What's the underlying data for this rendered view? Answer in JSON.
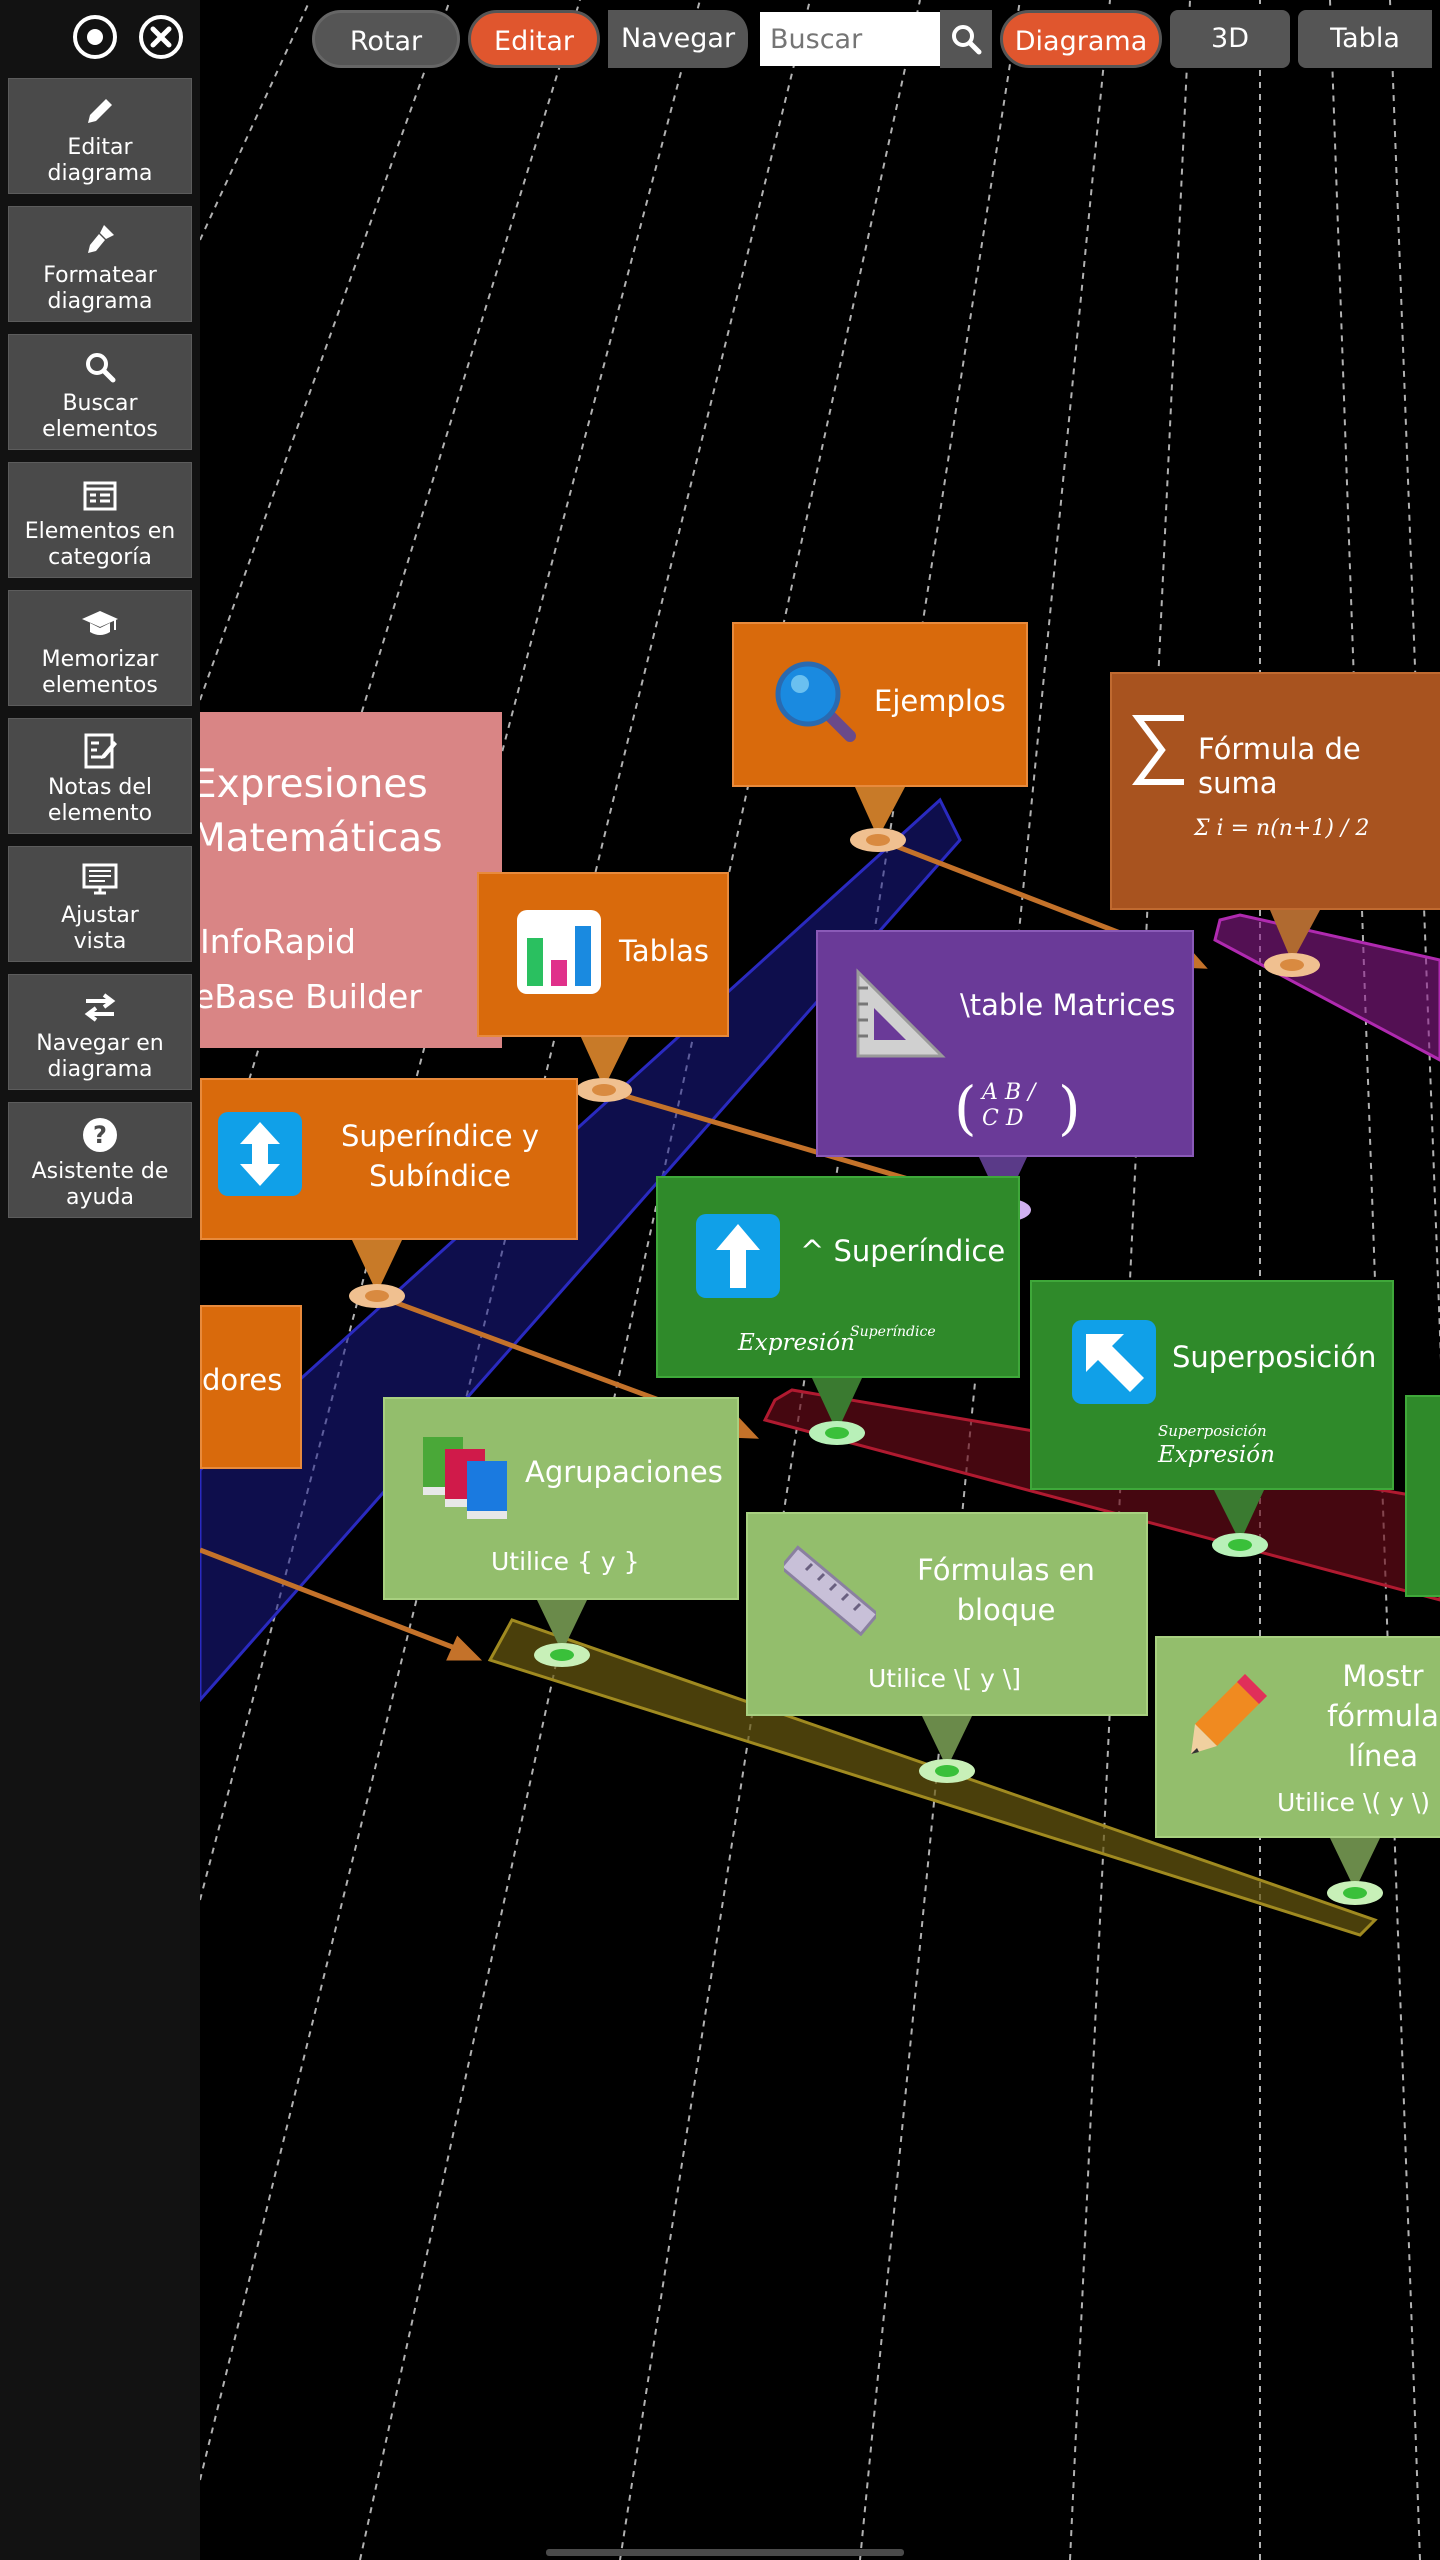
{
  "toolbar": {
    "rotate": "Rotar",
    "edit": "Editar",
    "navigate": "Navegar",
    "search_placeholder": "Buscar",
    "diagram": "Diagrama",
    "view_3d": "3D",
    "table": "Tabla"
  },
  "sidebar": {
    "items": [
      {
        "label": "Editar\ndiagrama",
        "icon": "pencil-icon"
      },
      {
        "label": "Formatear\ndiagrama",
        "icon": "brush-icon"
      },
      {
        "label": "Buscar\nelementos",
        "icon": "search-icon"
      },
      {
        "label": "Elementos en\ncategoría",
        "icon": "category-list-icon"
      },
      {
        "label": "Memorizar\nelementos",
        "icon": "graduation-cap-icon"
      },
      {
        "label": "Notas del\nelemento",
        "icon": "notes-icon"
      },
      {
        "label": "Ajustar\nvista",
        "icon": "monitor-icon"
      },
      {
        "label": "Navegar en\ndiagrama",
        "icon": "swap-arrows-icon"
      },
      {
        "label": "Asistente de\nayuda",
        "icon": "help-icon"
      }
    ]
  },
  "nodes": {
    "root_line1": "Expresiones",
    "root_line2": "Matemáticas",
    "root_line3": "InfoRapid",
    "root_line4": "eBase Builder",
    "ejemplos": "Ejemplos",
    "formula_suma": "Fórmula de suma",
    "formula_suma_math": "Σ i = n(n+1) / 2",
    "tablas": "Tablas",
    "matrices": "\\table Matrices",
    "matrices_math": "A B / C D",
    "superindice_subindice": "Superíndice y\nSubíndice",
    "superindice": "^ Superíndice",
    "superindice_math": "Expresión",
    "superindice_sup": "Superíndice",
    "superposicion": "Superposición",
    "superposicion_top": "Superposición",
    "superposicion_math": "Expresión",
    "operadores": "dores",
    "agrupaciones": "Agrupaciones",
    "agrupaciones_hint": "Utilice { y }",
    "formulas_bloque": "Fórmulas en\nbloque",
    "formulas_bloque_hint": "Utilice \\[ y \\]",
    "mostrar_linea": "Mostr\nfórmula\nlínea",
    "mostrar_linea_hint": "Utilice \\( y \\)"
  },
  "colors": {
    "accent": "#e0562e",
    "orange_node": "#d96a0c",
    "pink_node": "#d98585",
    "purple_node": "#6a3a98",
    "dark_green_node": "#2f8a2a",
    "light_green_node": "#93be6c",
    "brown_node": "#a8531f"
  }
}
